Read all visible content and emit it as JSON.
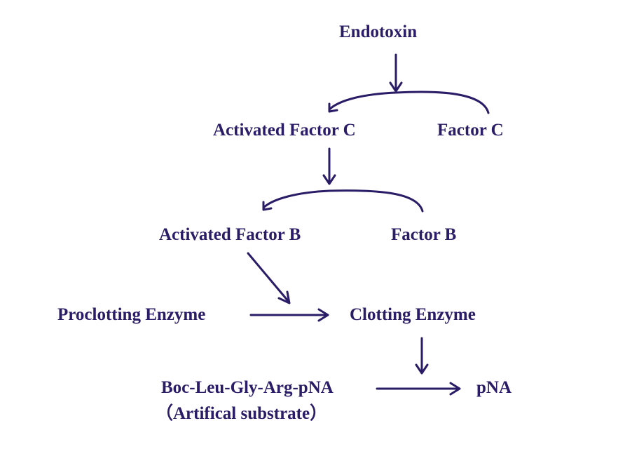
{
  "diagram": {
    "title": "",
    "color": "#2a1c66",
    "nodes": {
      "endotoxin": "Endotoxin",
      "activated_factor_c": "Activated Factor C",
      "factor_c": "Factor C",
      "activated_factor_b": "Activated Factor B",
      "factor_b": "Factor B",
      "proclotting_enzyme": "Proclotting Enzyme",
      "clotting_enzyme": "Clotting Enzyme",
      "substrate": "Boc-Leu-Gly-Arg-pNA",
      "substrate_note": "（Artifical substrate）",
      "pna": "pNA"
    }
  }
}
